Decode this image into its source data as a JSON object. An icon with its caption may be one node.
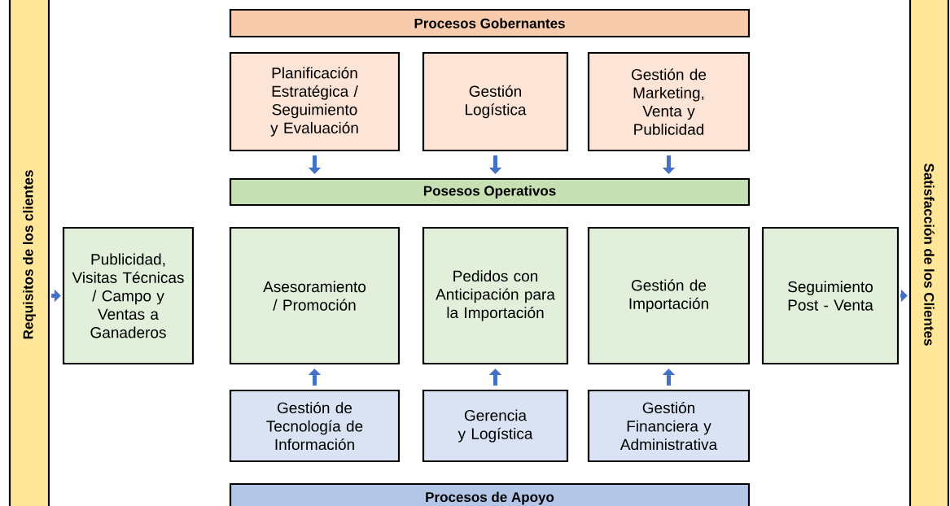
{
  "diagram": {
    "nodes": [
      {
        "text": [
          "Procesos Gobernantes"
        ]
      },
      {
        "text": [
          "Planificación Estratégica / Seguimiento y Evaluación"
        ]
      },
      {
        "text": [
          "Gestión Logística"
        ]
      },
      {
        "text": [
          "Gestión de Marketing, Venta y Publicidad"
        ]
      },
      {
        "text": [
          "Posesos Operativos"
        ]
      },
      {
        "text": [
          "Requisitos de los clientes"
        ]
      },
      {
        "text": [
          "Publicidad, Visitas Técnicas / Campo y Ventas a Ganaderos"
        ]
      },
      {
        "text": [
          "Asesoramiento / Promoción"
        ]
      },
      {
        "text": [
          "Pedidos con Anticipación para la Importación"
        ]
      },
      {
        "text": [
          "Gestión de Importación"
        ]
      },
      {
        "text": [
          "Seguimiento Post - Venta"
        ]
      },
      {
        "text": [
          "Satisfacción de los Clientes"
        ]
      },
      {
        "text": [
          "Gestión de Tecnología de Información"
        ]
      },
      {
        "text": [
          "Gerencia y Logística"
        ]
      },
      {
        "text": [
          "Gestión Financiera y Administrativa"
        ]
      },
      {
        "text": [
          "Procesos de Apoyo"
        ]
      }
    ],
    "edges": [
      {
        "from": 1,
        "to": 4,
        "arrow": "to"
      },
      {
        "from": 2,
        "to": 4,
        "arrow": "to"
      },
      {
        "from": 3,
        "to": 4,
        "arrow": "to"
      },
      {
        "from": 5,
        "to": 6,
        "arrow": "to"
      },
      {
        "from": 12,
        "to": 7,
        "arrow": "to"
      },
      {
        "from": 13,
        "to": 8,
        "arrow": "to"
      },
      {
        "from": 14,
        "to": 9,
        "arrow": "to"
      },
      {
        "from": 10,
        "to": 11,
        "arrow": "to"
      }
    ]
  }
}
